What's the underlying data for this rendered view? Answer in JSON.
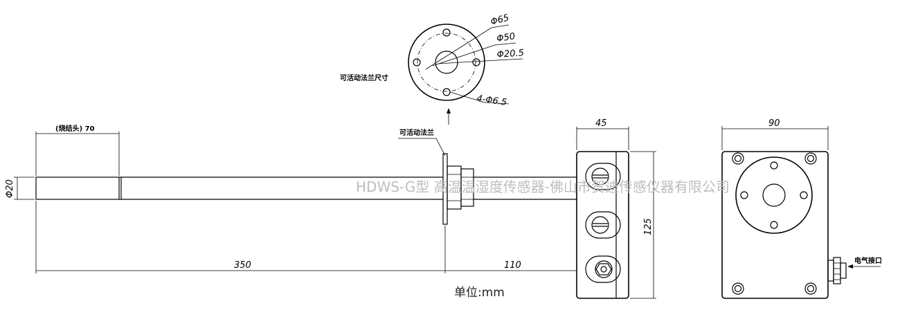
{
  "flange_view": {
    "label": "可活动法兰尺寸",
    "dims": {
      "d65": "Φ65",
      "d50": "Φ50",
      "d20_5": "Φ20.5",
      "holes": "4-Φ6.5"
    }
  },
  "side_view": {
    "tip_label": "(烧结头) 70",
    "dia_label": "Φ20",
    "length_probe": "350",
    "length_flange_to_box": "110",
    "flange_label": "可活动法兰",
    "box_width": "45",
    "box_height": "125"
  },
  "front_view": {
    "width": "90",
    "connector_label": "电气接口"
  },
  "watermark": "HDWS-G型 高温温湿度传感器-佛山市贺迪传感仪器有限公司",
  "unit_note": "单位:mm"
}
